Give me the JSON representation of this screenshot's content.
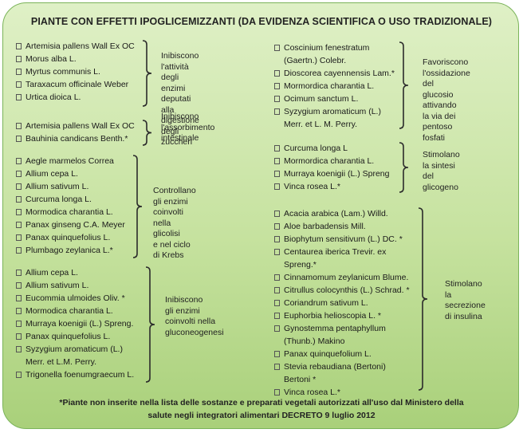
{
  "title": "PIANTE CON EFFETTI IPOGLICEMIZZANTI (DA EVIDENZA SCIENTIFICA O USO TRADIZIONALE)",
  "groups": [
    {
      "id": "digestive-enzymes",
      "plants": [
        "Artemisia pallens Wall Ex OC",
        "Morus alba L.",
        "Myrtus communis L.",
        "Taraxacum officinale Weber",
        "Urtica dioica L."
      ],
      "effect_lines": [
        "Inibiscono l'attività",
        "degli enzimi deputati",
        "alla digestione degli",
        "zuccheri"
      ]
    },
    {
      "id": "intestinal-absorption",
      "plants": [
        "Artemisia pallens Wall Ex OC",
        "Bauhinia candicans Benth.*"
      ],
      "effect_lines": [
        "Inibiscono",
        "l'assorbimento",
        "intestinale"
      ]
    },
    {
      "id": "glycolysis-krebs",
      "plants": [
        "Aegle marmelos Correa",
        "Allium cepa L.",
        "Allium sativum L.",
        "Curcuma longa L.",
        "Mormodica charantia L.",
        "Panax ginseng C.A. Meyer",
        "Panax quinquefolius L.",
        "Plumbago zeylanica L.*"
      ],
      "effect_lines": [
        "Controllano gli enzimi",
        "coinvolti nella glicolisi",
        "e nel ciclo di Krebs"
      ]
    },
    {
      "id": "gluconeogenesis",
      "plants": [
        "Allium cepa L.",
        "Allium sativum L.",
        "Eucommia ulmoides Oliv. *",
        "Mormodica charantia L.",
        "Murraya koenigii (L.) Spreng.",
        "Panax quinquefolius L.",
        "Syzygium aromaticum (L.)",
        "Merr. et L.M. Perry.",
        "Trigonella foenumgraecum L."
      ],
      "effect_lines": [
        "Inibiscono",
        "gli enzimi",
        "coinvolti nella",
        "gluconeogenesi"
      ]
    },
    {
      "id": "pentose-pathway",
      "plants": [
        "Coscinium fenestratum",
        "(Gaertn.) Colebr.",
        "Dioscorea cayennensis Lam.*",
        "Mormordica charantia L.",
        "Ocimum sanctum L.",
        "Syzygium aromaticum (L.)",
        "Merr. et L. M. Perry."
      ],
      "effect_lines": [
        "Favoriscono",
        "l'ossidazione del",
        "glucosio attivando",
        "la via dei pentoso",
        "fosfati"
      ]
    },
    {
      "id": "glycogen-synthesis",
      "plants": [
        "Curcuma longa L",
        "Mormordica charantia L.",
        "Murraya koenigii (L.) Spreng",
        "Vinca rosea L.*"
      ],
      "effect_lines": [
        "Stimolano",
        "la sintesi del",
        "glicogeno"
      ]
    },
    {
      "id": "insulin-secretion",
      "plants": [
        "Acacia arabica (Lam.) Willd.",
        "Aloe barbadensis Mill.",
        "Biophytum sensitivum (L.) DC. *",
        "Centaurea iberica Trevir. ex",
        "Spreng.*",
        "Cinnamomum zeylanicum Blume.",
        "Citrullus colocynthis (L.) Schrad. *",
        "Coriandrum sativum L.",
        "Euphorbia helioscopia L. *",
        "Gynostemma pentaphyllum",
        "(Thunb.) Makino",
        "Panax quinquefolium L.",
        "Stevia rebaudiana (Bertoni)",
        "Bertoni *",
        "Vinca rosea L.*"
      ],
      "effect_lines": [
        "Stimolano",
        "la secrezione",
        "di insulina"
      ]
    }
  ],
  "footnote_lines": [
    "*Piante non inserite nella lista delle sostanze e preparati vegetali autorizzati all'uso dal Ministero della",
    "salute negli integratori alimentari DECRETO 9 luglio 2012"
  ]
}
